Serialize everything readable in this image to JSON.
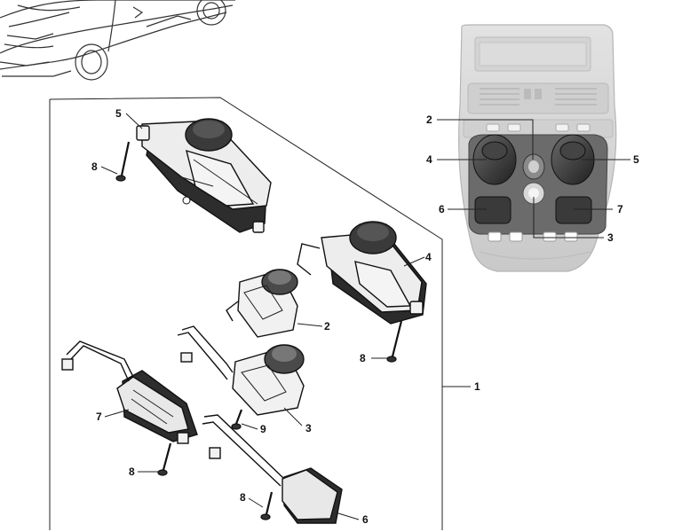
{
  "callouts": {
    "assembly": "1",
    "console_2": "2",
    "console_3": "3",
    "console_4": "4",
    "console_5": "5",
    "console_6": "6",
    "console_7": "7",
    "exploded_2": "2",
    "exploded_3": "3",
    "exploded_4": "4",
    "exploded_5": "5",
    "exploded_6": "6",
    "exploded_7": "7",
    "exploded_8a": "8",
    "exploded_8b": "8",
    "exploded_8c": "8",
    "exploded_8d": "8",
    "exploded_9": "9"
  }
}
